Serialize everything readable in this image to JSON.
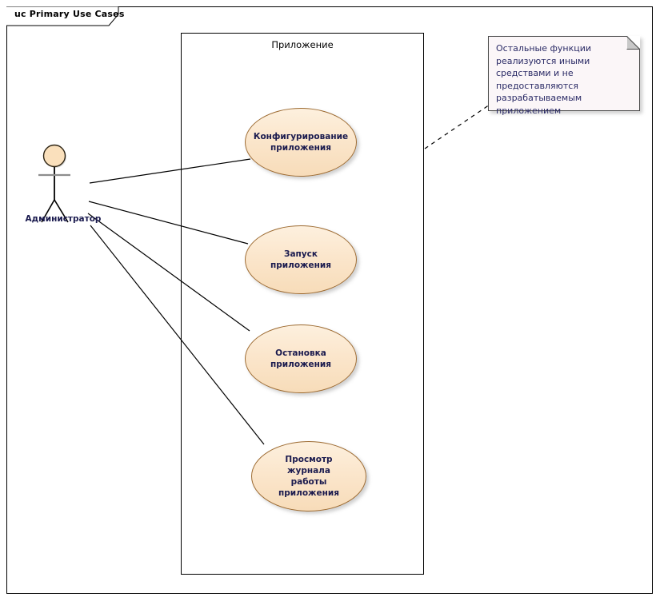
{
  "frame": {
    "tab_label": "uc Primary Use Cases"
  },
  "boundary": {
    "label": "Приложение"
  },
  "actor": {
    "name": "Администратор",
    "icon": "stick-figure-actor-icon"
  },
  "use_cases": [
    {
      "id": "configure",
      "label": "Конфигурирование\nприложения"
    },
    {
      "id": "start",
      "label": "Запуск приложения"
    },
    {
      "id": "stop",
      "label": "Остановка\nприложения"
    },
    {
      "id": "view-log",
      "label": "Просмотр журнала\nработы приложения"
    }
  ],
  "note": {
    "text": "Остальные функции реализуются иными средствами и не предоставляются разрабатываемым приложением"
  },
  "colors": {
    "usecase_fill": "#fbe6cc",
    "usecase_stroke": "#9d6b32",
    "actor_head_fill": "#fae0bc",
    "note_fill": "#fbf6f8",
    "note_stroke": "#4a4a4a",
    "text": "#1a1a4e",
    "line": "#000000"
  }
}
